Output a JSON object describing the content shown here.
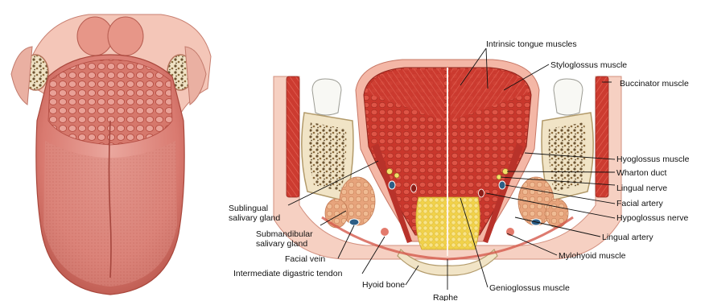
{
  "colors": {
    "background": "#ffffff",
    "tongue_body": "#d97a70",
    "tongue_highlight": "#e9a49b",
    "papillae": "#c85a4e",
    "tissue_pink": "#f2c2b4",
    "muscle_red": "#c8382e",
    "muscle_dark": "#9e2a22",
    "bone": "#f4e6c8",
    "marrow": "#6b5230",
    "fat_yellow": "#f3d95a",
    "gland": "#e8a878",
    "vein_blue": "#2c5e86",
    "leader_line": "#111111"
  },
  "labels": {
    "intrinsic": "Intrinsic tongue muscles",
    "styloglossus": "Styloglossus muscle",
    "buccinator": "Buccinator muscle",
    "hyoglossus": "Hyoglossus muscle",
    "wharton": "Wharton duct",
    "lingual_nerve": "Lingual nerve",
    "facial_artery": "Facial artery",
    "hypoglossus_nerve": "Hypoglossus nerve",
    "lingual_artery": "Lingual artery",
    "mylohyoid": "Mylohyoid muscle",
    "genioglossus": "Genioglossus muscle",
    "raphe": "Raphe",
    "hyoid_bone": "Hyoid bone",
    "digastric": "Intermediate digastric tendon",
    "facial_vein": "Facial vein",
    "submandibular_1": "Submandibular",
    "submandibular_2": "salivary gland",
    "sublingual_1": "Sublingual",
    "sublingual_2": "salivary gland"
  }
}
